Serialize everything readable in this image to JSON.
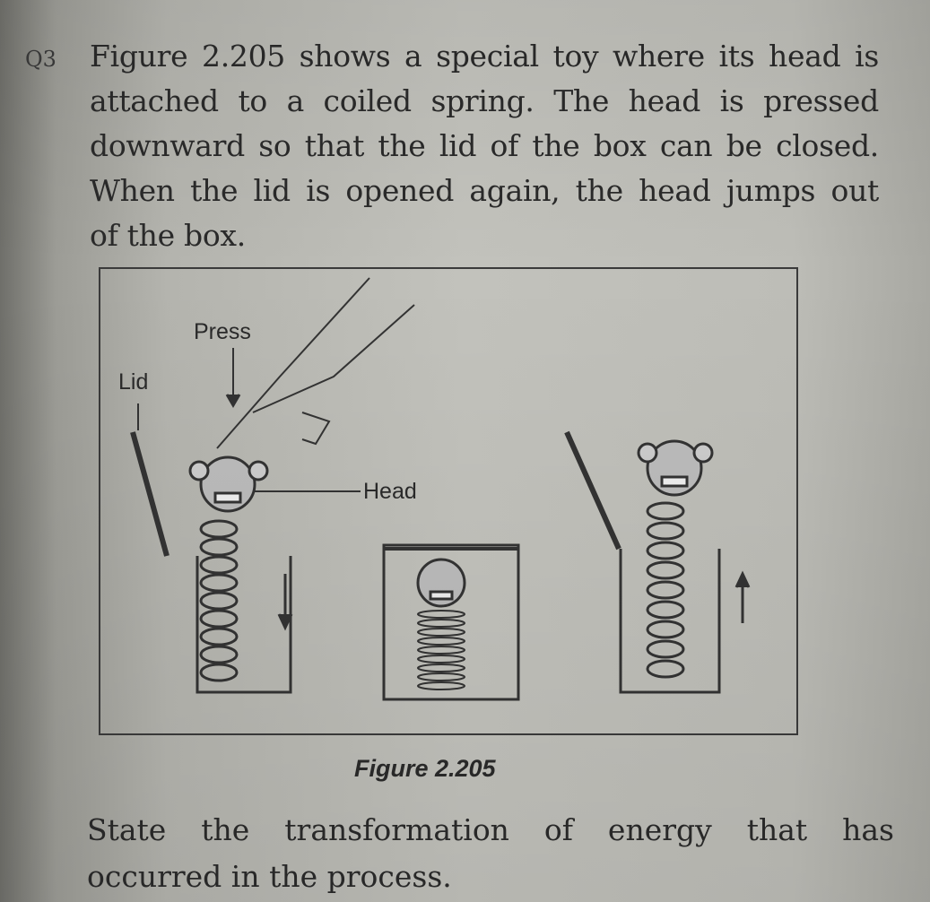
{
  "question": {
    "number": "Q3",
    "lines": [
      "Figure 2.205 shows a special toy where its head is",
      "attached to a coiled spring. The head is pressed",
      "downward so that the lid of the box can be closed.",
      "When the lid is opened again, the head jumps out",
      "of the box."
    ]
  },
  "figure": {
    "labels": {
      "press": "Press",
      "lid": "Lid",
      "head": "Head"
    },
    "caption": "Figure 2.205"
  },
  "task": {
    "lines": [
      "State the transformation of energy that has",
      "occurred in the process."
    ]
  }
}
